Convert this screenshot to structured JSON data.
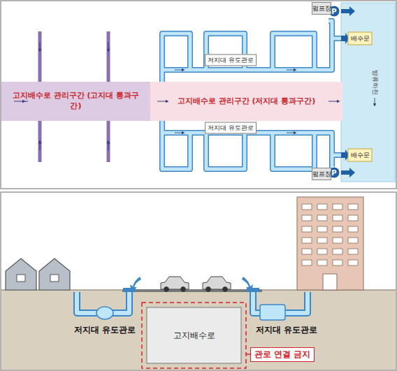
{
  "diagram": {
    "nodes": [
      {
        "text": [
          "펌프장"
        ]
      },
      {
        "text": [
          "고지배수로 관리구간 (고지대 통과구간)"
        ]
      },
      {
        "text": [
          "고지배수로 관리구간 (저지대 통과구간)"
        ]
      },
      {
        "text": [
          "펌프장"
        ]
      },
      {
        "text": [
          "고지배수로"
        ]
      },
      {
        "text": [
          "관로 연결 금지"
        ]
      }
    ],
    "labels": [
      "P",
      "배수문",
      "저지대 유도관로",
      "방류하천",
      "저지대 유도관로",
      "배수문",
      "P",
      "저지대 유도관로",
      "저지대 유도관로"
    ]
  }
}
